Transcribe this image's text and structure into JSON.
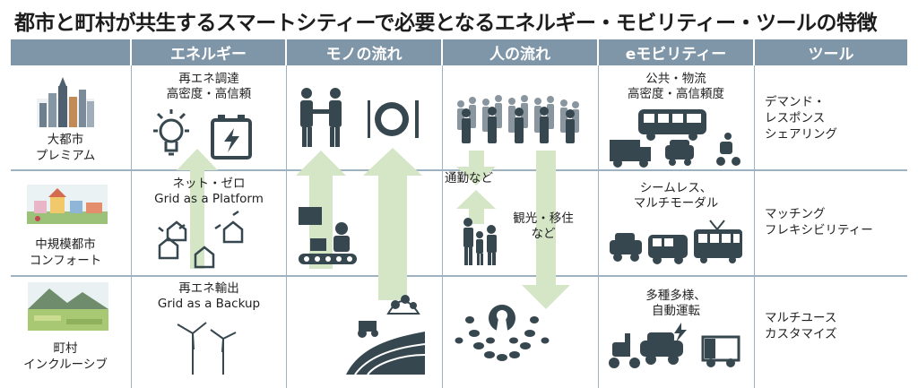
{
  "title": "都市と町村が共生するスマートシティーで必要となるエネルギー・モビリティー・ツールの特徴",
  "columns": [
    "エネルギー",
    "モノの流れ",
    "人の流れ",
    "eモビリティー",
    "ツール"
  ],
  "rows": [
    {
      "category": [
        "大都市",
        "プレミアム"
      ],
      "energy": [
        "再エネ調達",
        "高密度・高信頼"
      ],
      "emobility": [
        "公共・物流",
        "高密度・高信頼度"
      ],
      "tool": [
        "デマンド・",
        "レスポンス",
        "シェアリング"
      ]
    },
    {
      "category": [
        "中規模都市",
        "コンフォート"
      ],
      "energy": [
        "ネット・ゼロ",
        "Grid as a Platform"
      ],
      "emobility": [
        "シームレス、",
        "マルチモーダル"
      ],
      "tool": [
        "マッチング",
        "フレキシビリティー"
      ]
    },
    {
      "category": [
        "町村",
        "インクルーシブ"
      ],
      "energy": [
        "再エネ輸出",
        "Grid as a Backup"
      ],
      "emobility": [
        "多種多様、",
        "自動運転"
      ],
      "tool": [
        "マルチユース",
        "カスタマイズ"
      ]
    }
  ],
  "people_flow_labels": {
    "commute": "通勤など",
    "tourism": [
      "観光・移住",
      "など"
    ]
  },
  "colors": {
    "header_bg": "#7f96a8",
    "arrow": "#d5e6c7",
    "icon_dark": "#37474f",
    "grid_line": "#9fb2c0"
  }
}
